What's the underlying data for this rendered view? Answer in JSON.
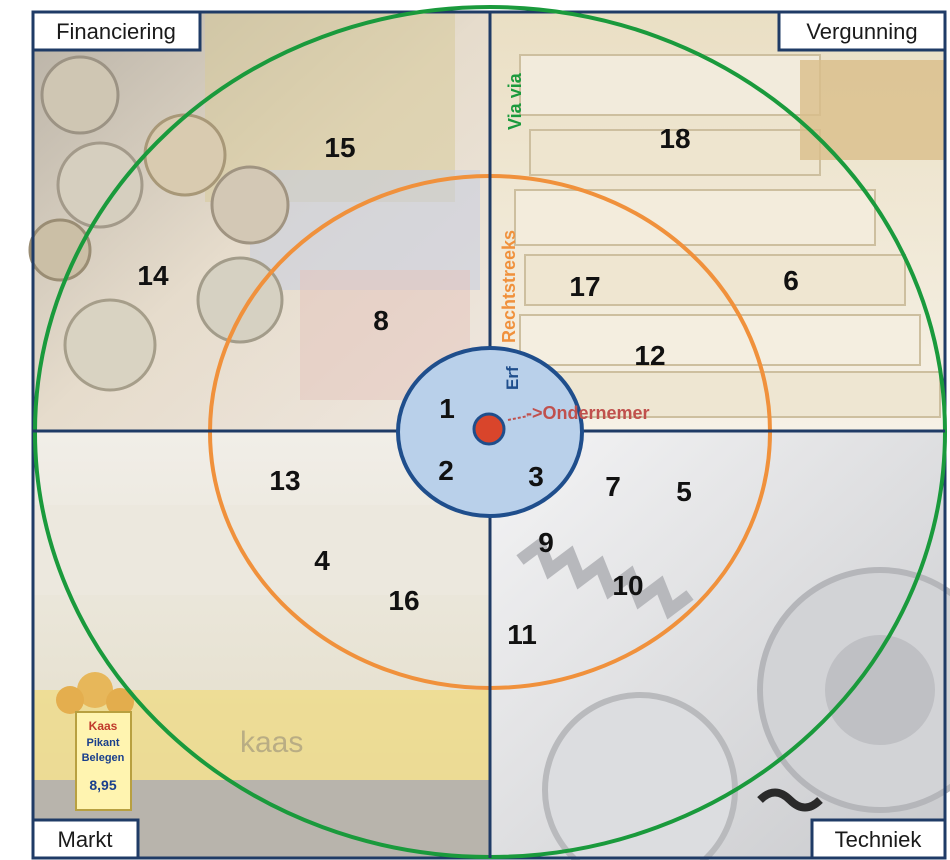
{
  "quadrants": {
    "top_left": "Financiering",
    "top_right": "Vergunning",
    "bottom_left": "Markt",
    "bottom_right": "Techniek"
  },
  "rings": {
    "outer": "Via via",
    "middle": "Rechtstreeks",
    "inner": "Erf"
  },
  "center": "->Ondernemer",
  "numbers": [
    "1",
    "2",
    "3",
    "4",
    "5",
    "6",
    "7",
    "8",
    "9",
    "10",
    "11",
    "12",
    "13",
    "14",
    "15",
    "16",
    "17",
    "18"
  ],
  "photo_text": {
    "kaas_sign": "kaas",
    "shop_sign_line1": "Kaas",
    "shop_sign_line2": "Pikant",
    "shop_sign_line3": "Belegen",
    "shop_sign_price": "8,95"
  },
  "colors": {
    "outer_ring": "#1a9a3c",
    "middle_ring": "#f0913c",
    "inner_circle_fill": "#b9d0ea",
    "inner_circle_stroke": "#1f4e8c",
    "axis": "#1f3b66",
    "center_dot": "#d9452b",
    "via_via": "#1a9a3c",
    "rechtstreeks": "#f0913c"
  }
}
